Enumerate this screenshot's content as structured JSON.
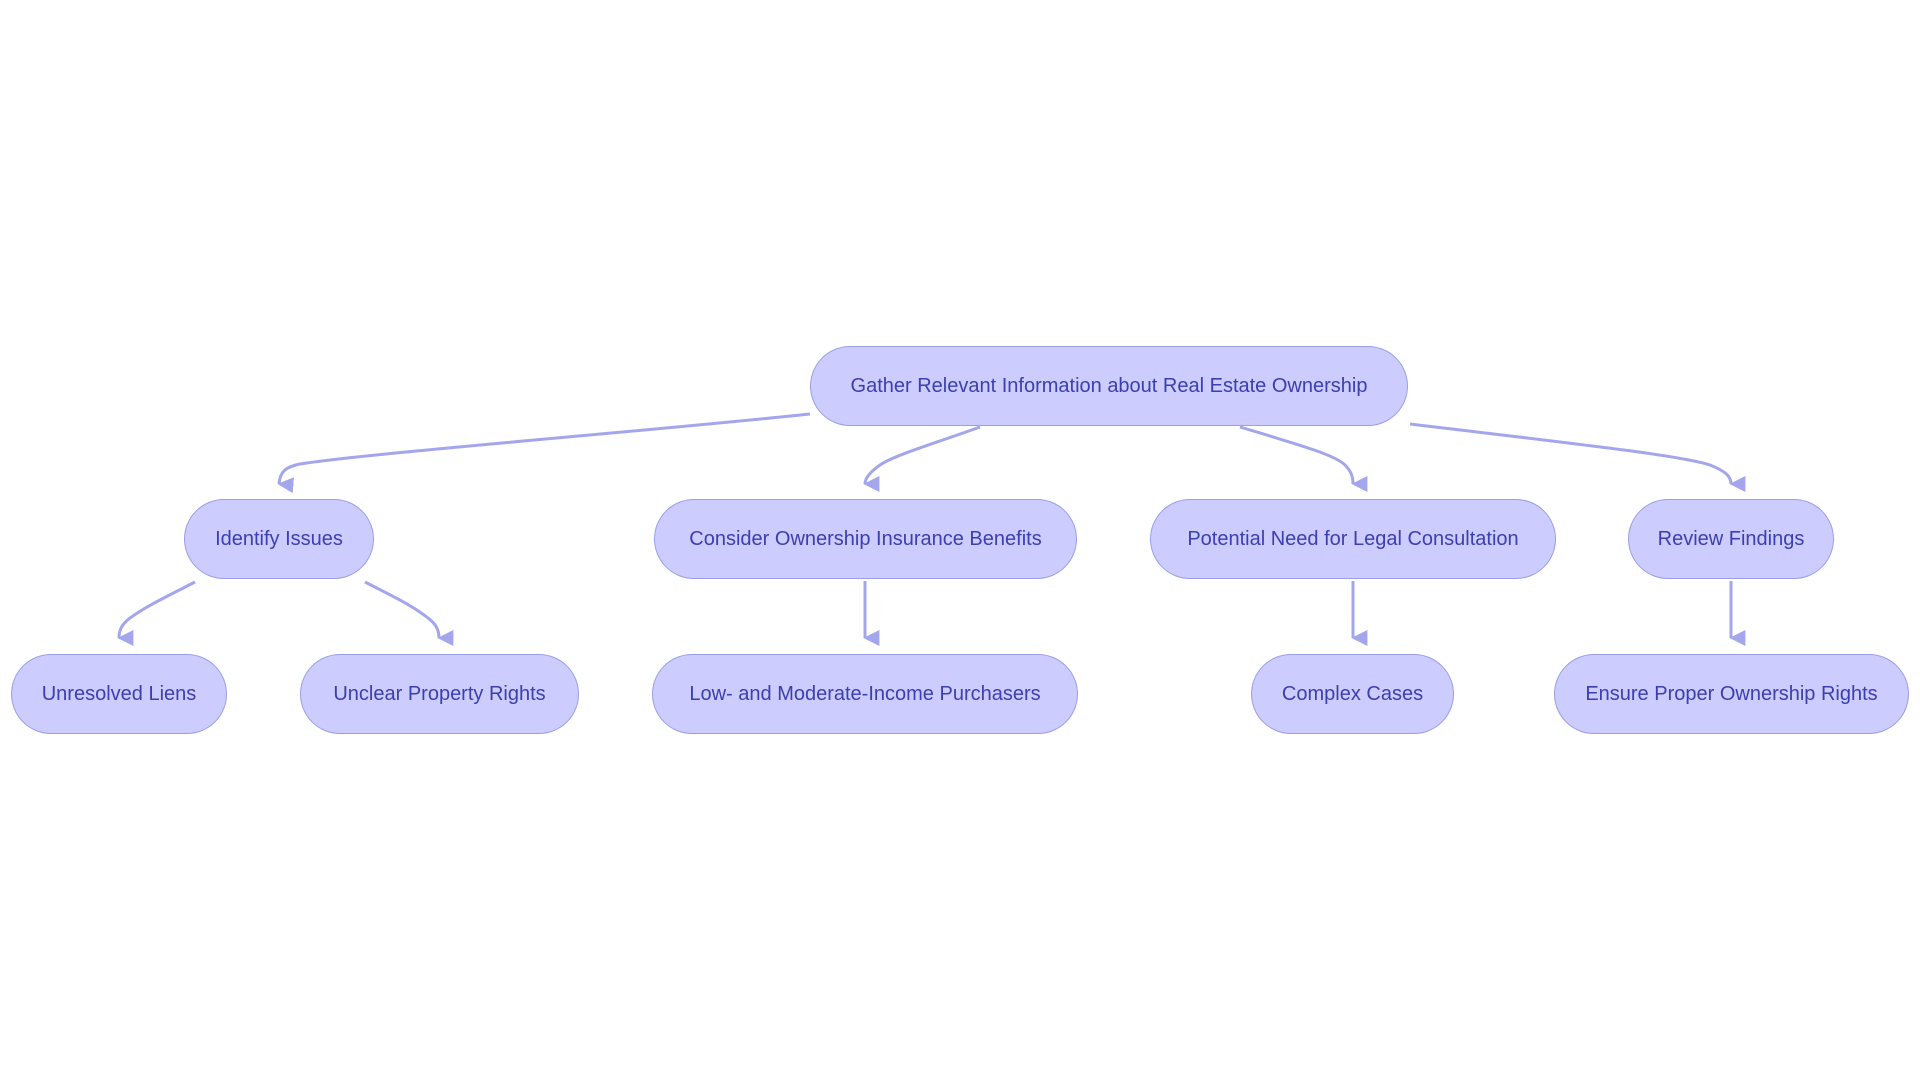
{
  "colors": {
    "background": "#ffffff",
    "node_fill": "#ccccfe",
    "node_border": "#9a9ee6",
    "node_text": "#3b3fb0",
    "edge": "#a3a6ec"
  },
  "diagram": {
    "root": {
      "label": "Gather Relevant Information about Real Estate Ownership"
    },
    "branches": [
      {
        "label": "Identify Issues",
        "children": [
          {
            "label": "Unresolved Liens"
          },
          {
            "label": "Unclear Property Rights"
          }
        ]
      },
      {
        "label": "Consider Ownership Insurance Benefits",
        "children": [
          {
            "label": "Low- and Moderate-Income Purchasers"
          }
        ]
      },
      {
        "label": "Potential Need for Legal Consultation",
        "children": [
          {
            "label": "Complex Cases"
          }
        ]
      },
      {
        "label": "Review Findings",
        "children": [
          {
            "label": "Ensure Proper Ownership Rights"
          }
        ]
      }
    ]
  }
}
